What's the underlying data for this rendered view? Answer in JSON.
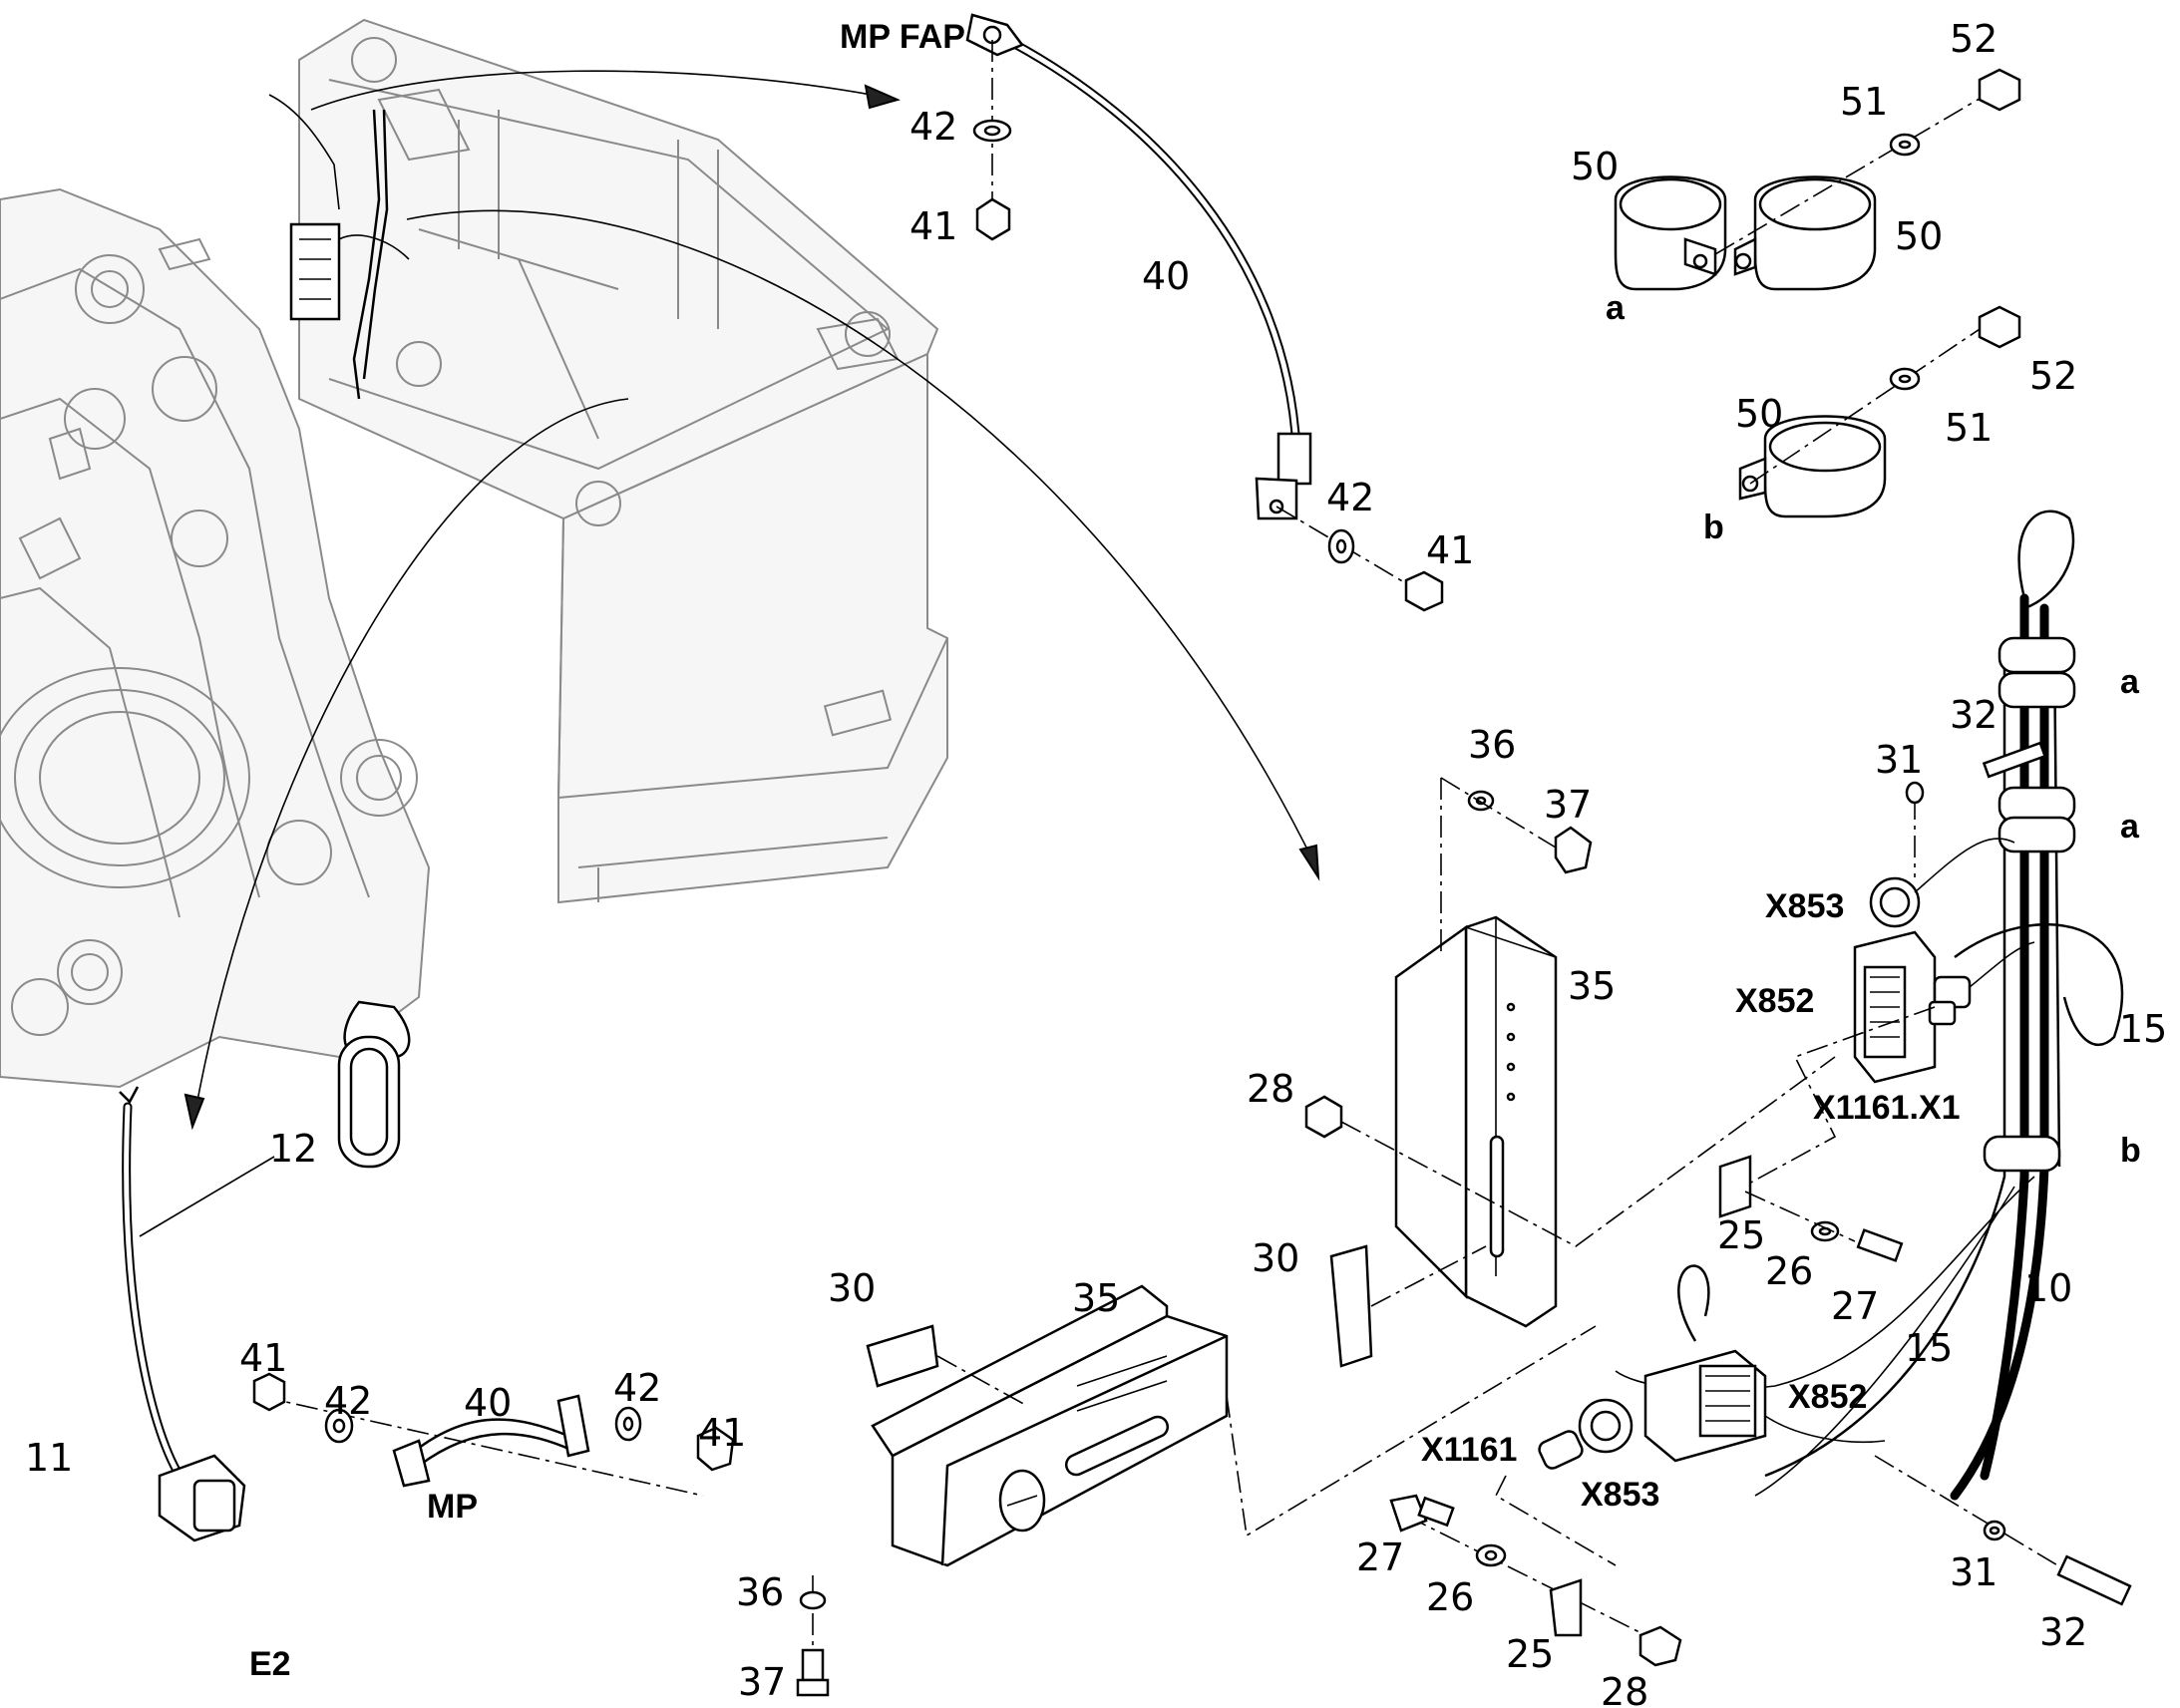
{
  "labels": {
    "mp_fap": "MP FAP",
    "mp": "MP",
    "e2": "E2",
    "a1": "a",
    "a2": "a",
    "a3": "a",
    "b1": "b",
    "b2": "b",
    "x853_top": "X853",
    "x852_top": "X852",
    "x1161_x1": "X1161.X1",
    "x852_bot": "X852",
    "x853_bot": "X853",
    "x1161": "X1161",
    "n10": "10",
    "n11": "11",
    "n12": "12",
    "n15a": "15",
    "n15b": "15",
    "n25a": "25",
    "n25b": "25",
    "n26a": "26",
    "n26b": "26",
    "n27a": "27",
    "n27b": "27",
    "n28a": "28",
    "n28b": "28",
    "n30a": "30",
    "n30b": "30",
    "n31a": "31",
    "n31b": "31",
    "n32a": "32",
    "n32b": "32",
    "n35a": "35",
    "n35b": "35",
    "n36a": "36",
    "n36b": "36",
    "n37a": "37",
    "n37b": "37",
    "n40a": "40",
    "n40b": "40",
    "n41a": "41",
    "n41b": "41",
    "n41c": "41",
    "n41d": "41",
    "n42a": "42",
    "n42b": "42",
    "n42c": "42",
    "n42d": "42",
    "n50a": "50",
    "n50b": "50",
    "n50c": "50",
    "n51a": "51",
    "n51b": "51",
    "n52a": "52",
    "n52b": "52"
  }
}
